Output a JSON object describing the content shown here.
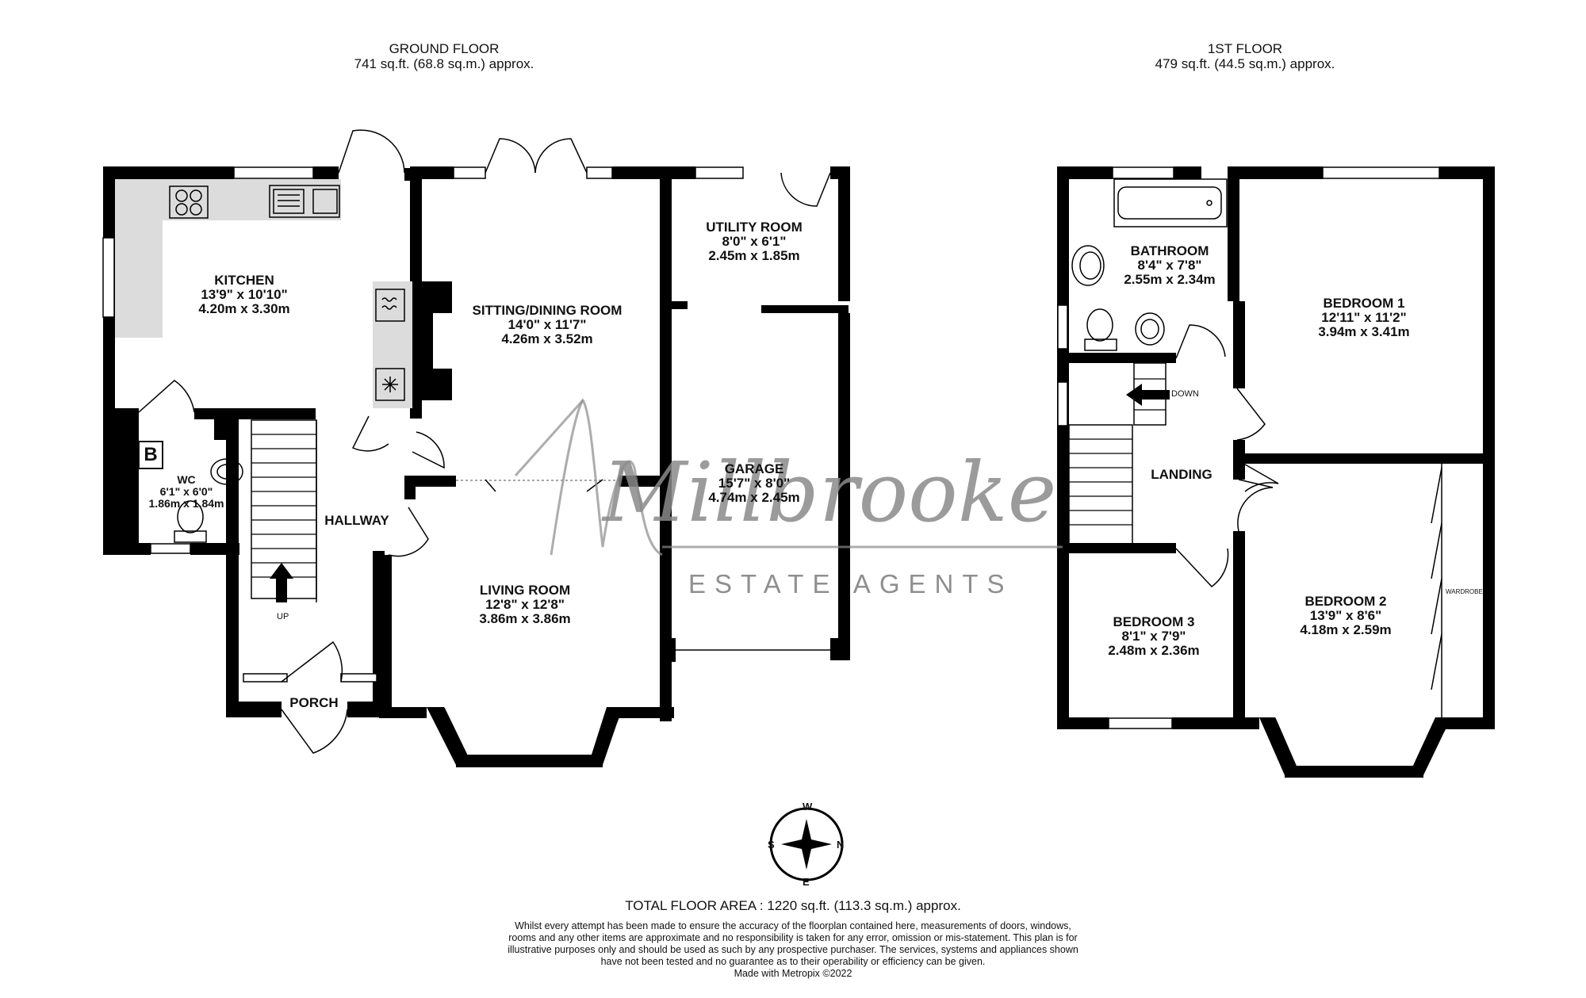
{
  "ground_floor": {
    "title": "GROUND FLOOR",
    "area": "741 sq.ft. (68.8 sq.m.) approx.",
    "rooms": {
      "kitchen": {
        "name": "KITCHEN",
        "imperial": "13'9\"  x 10'10\"",
        "metric": "4.20m  x 3.30m"
      },
      "sitting_dining": {
        "name": "SITTING/DINING ROOM",
        "imperial": "14'0\"  x 11'7\"",
        "metric": "4.26m  x 3.52m"
      },
      "utility": {
        "name": "UTILITY ROOM",
        "imperial": "8'0\"  x 6'1\"",
        "metric": "2.45m  x 1.85m"
      },
      "garage": {
        "name": "GARAGE",
        "imperial": "15'7\"  x 8'0\"",
        "metric": "4.74m  x 2.45m"
      },
      "wc": {
        "name": "WC",
        "imperial": "6'1\"  x 6'0\"",
        "metric": "1.86m  x 1.84m"
      },
      "hallway": {
        "name": "HALLWAY"
      },
      "living": {
        "name": "LIVING ROOM",
        "imperial": "12'8\"  x 12'8\"",
        "metric": "3.86m  x 3.86m"
      },
      "porch": {
        "name": "PORCH"
      }
    },
    "stairs_label": "UP",
    "boiler_label": "B"
  },
  "first_floor": {
    "title": "1ST FLOOR",
    "area": "479 sq.ft. (44.5 sq.m.) approx.",
    "rooms": {
      "bathroom": {
        "name": "BATHROOM",
        "imperial": "8'4\"  x 7'8\"",
        "metric": "2.55m  x 2.34m"
      },
      "bedroom1": {
        "name": "BEDROOM 1",
        "imperial": "12'11\"  x 11'2\"",
        "metric": "3.94m  x 3.41m"
      },
      "landing": {
        "name": "LANDING"
      },
      "bedroom3": {
        "name": "BEDROOM 3",
        "imperial": "8'1\"  x 7'9\"",
        "metric": "2.48m  x 2.36m"
      },
      "bedroom2": {
        "name": "BEDROOM 2",
        "imperial": "13'9\"  x 8'6\"",
        "metric": "4.18m  x 2.59m"
      }
    },
    "stairs_label": "DOWN",
    "wardrobe_label": "WARDROBE"
  },
  "compass": {
    "n": "N",
    "s": "S",
    "e": "E",
    "w": "W"
  },
  "watermark": {
    "brand": "Millbrooke",
    "sub": "ESTATE AGENTS"
  },
  "footer": {
    "total": "TOTAL FLOOR AREA : 1220 sq.ft. (113.3 sq.m.) approx.",
    "disclaimer": "Whilst every attempt has been made to ensure the accuracy of the floorplan contained here, measurements of doors, windows, rooms and any other items are approximate and no responsibility is taken for any error, omission or mis-statement. This plan is for illustrative purposes only and should be used as such by any prospective purchaser. The services, systems and appliances shown have not been tested and no guarantee as to their operability or efficiency can be given.",
    "made_with": "Made with Metropix ©2022"
  }
}
